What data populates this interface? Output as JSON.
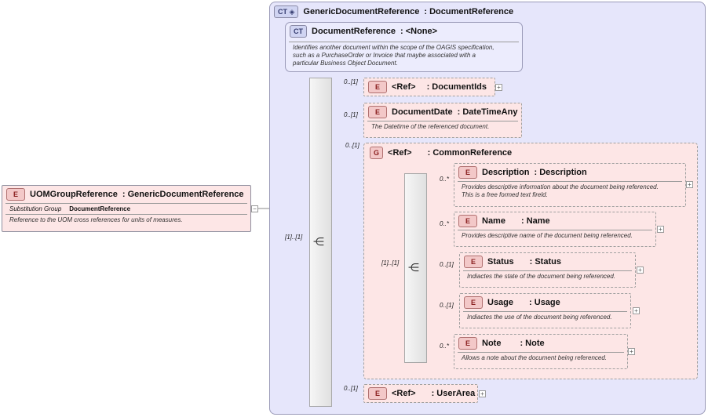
{
  "diagram": {
    "root": {
      "badge": "E",
      "name": "UOMGroupReference",
      "type": ": GenericDocumentReference",
      "sub_label": "Substitution Group",
      "sub_value": "DocumentReference",
      "description": "Reference to the UOM cross references for units of measures."
    },
    "complex_type": {
      "badge": "CT",
      "name": "GenericDocumentReference",
      "type": ": DocumentReference"
    },
    "base_type": {
      "badge": "CT",
      "name": "DocumentReference",
      "type": ": <None>",
      "description_line1": "Identifies another document within the scope of the OAGIS specification,",
      "description_line2": "such as a PurchaseOrder or Invoice that maybe associated with a",
      "description_line3": "particular Business Object Document."
    },
    "outer_sequence": {
      "multiplicity": "[1]..[1]"
    },
    "elements": [
      {
        "badge": "E",
        "ref": "<Ref>",
        "name": "",
        "type": ": DocumentIds",
        "multiplicity": "0..[1]"
      },
      {
        "badge": "E",
        "ref": "",
        "name": "DocumentDate",
        "type": ": DateTimeAny",
        "multiplicity": "0..[1]",
        "description": "The Datetime of the referenced document."
      },
      {
        "badge": "E",
        "ref": "<Ref>",
        "name": "",
        "type": ": UserArea",
        "multiplicity": "0..[1]"
      }
    ],
    "group": {
      "badge": "G",
      "ref": "<Ref>",
      "type": ": CommonReference",
      "multiplicity": "0..[1]",
      "inner_sequence": {
        "multiplicity": "[1]..[1]"
      },
      "children": [
        {
          "badge": "E",
          "name": "Description",
          "type": ": Description",
          "multiplicity": "0..*",
          "description_line1": "Provides descriptive information about the document being referenced.",
          "description_line2": "This is a free formed text fireld."
        },
        {
          "badge": "E",
          "name": "Name",
          "type": ": Name",
          "multiplicity": "0..*",
          "description_line1": "Provides descriptive name of the document being referenced."
        },
        {
          "badge": "E",
          "name": "Status",
          "type": ": Status",
          "multiplicity": "0..[1]",
          "description_line1": "Indiactes the state of the document being referenced."
        },
        {
          "badge": "E",
          "name": "Usage",
          "type": ": Usage",
          "multiplicity": "0..[1]",
          "description_line1": "Indiactes the use of the document being referenced."
        },
        {
          "badge": "E",
          "name": "Note",
          "type": ": Note",
          "multiplicity": "0..*",
          "description_line1": "Allows a note about the document being referenced."
        }
      ]
    },
    "expand_symbol": "+",
    "collapse_symbol": "−",
    "colors": {
      "element_fill": "#fde6e6",
      "complex_type_fill": "#e6e6fb",
      "badge_element": "#f3c8c8",
      "badge_ct": "#d0d4f2"
    },
    "icons": {
      "sequence": "sequence-icon",
      "ct_extension": "ct-extension-icon"
    }
  }
}
